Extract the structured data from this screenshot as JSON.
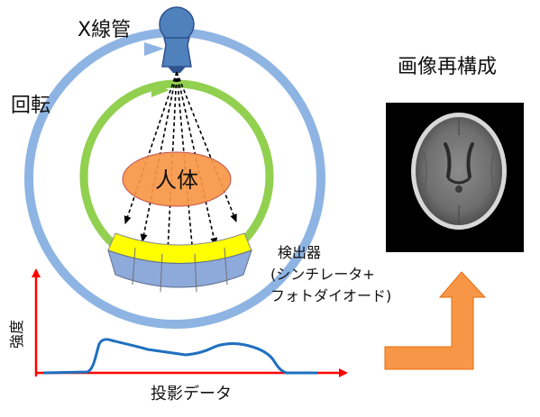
{
  "labels": {
    "xray_tube": "X線管",
    "rotation": "回転",
    "body": "人体",
    "detector_line1": "検出器",
    "detector_line2": "(シンチレータ+",
    "detector_line3": "フォトダイオード)",
    "reconstruction": "画像再構成",
    "intensity": "強度",
    "projection_data": "投影データ"
  },
  "colors": {
    "outer_ring": "#8eb4e3",
    "inner_ring": "#92d050",
    "tube": "#4f81bd",
    "body": "#f79646",
    "scintillator": "#ffff00",
    "photodiode": "#8eaadb",
    "axis": "#ff0000",
    "profile": "#1f6fbf",
    "arrow": "#f79646"
  }
}
